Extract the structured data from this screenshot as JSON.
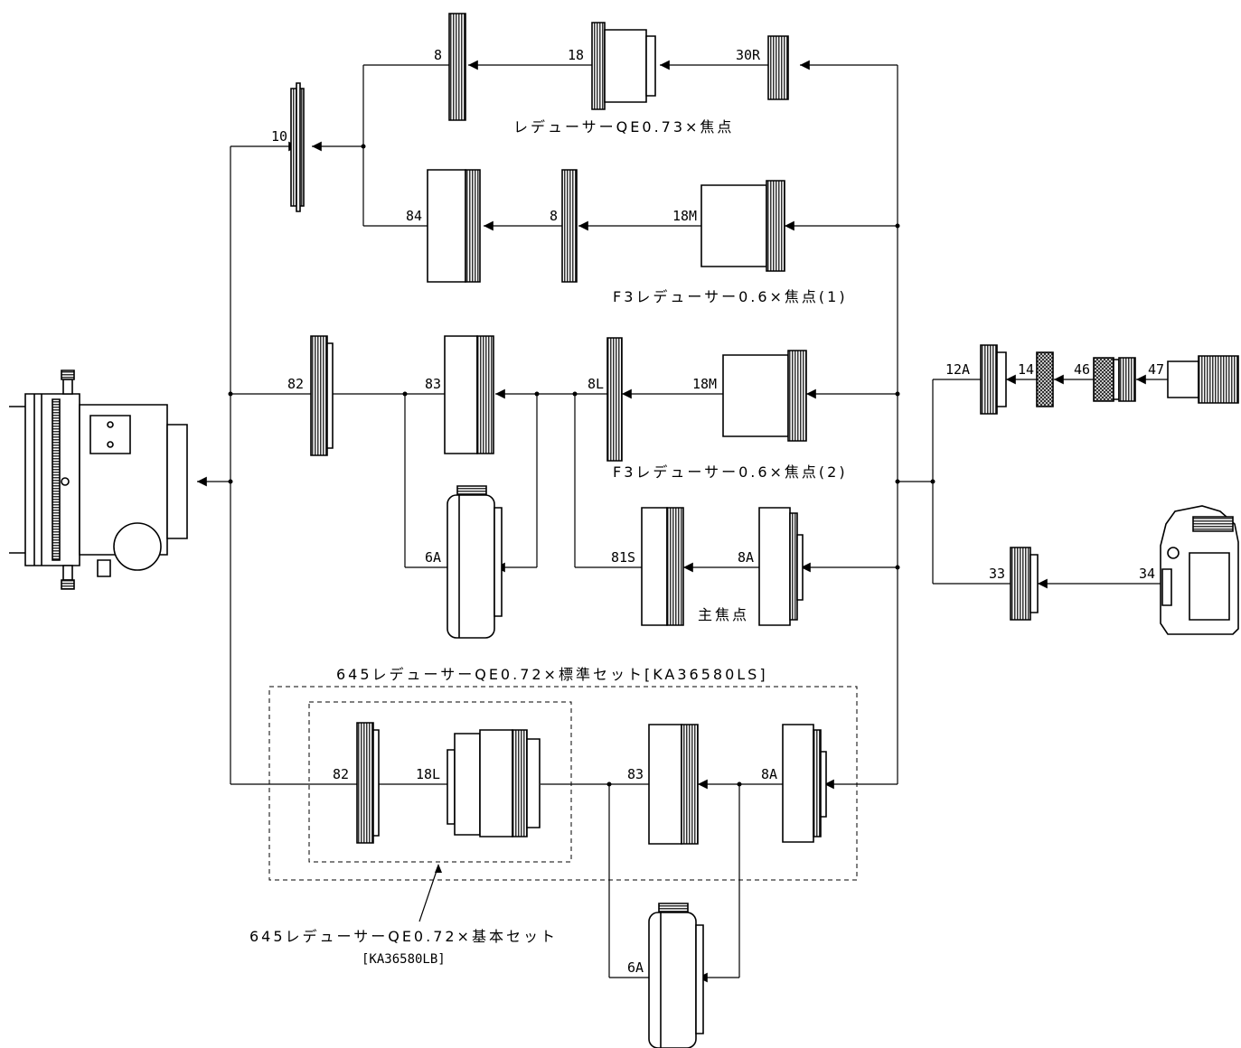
{
  "parts": {
    "p8_top": "8",
    "p18": "18",
    "p30R": "30R",
    "p10": "10",
    "p84": "84",
    "p8_mid": "8",
    "p18M_a": "18M",
    "p82_a": "82",
    "p83_a": "83",
    "p8L": "8L",
    "p18M_b": "18M",
    "p6A_a": "6A",
    "p81S": "81S",
    "p8A_a": "8A",
    "p82_b": "82",
    "p18L": "18L",
    "p83_b": "83",
    "p8A_b": "8A",
    "p6A_b": "6A",
    "p12A": "12A",
    "p14": "14",
    "p46": "46",
    "p47": "47",
    "p33": "33",
    "p34": "34"
  },
  "captions": {
    "reducer_qe073": "レデューサーQE0.73×焦点",
    "f3_reducer_1": "F3レデューサー0.6×焦点(1)",
    "f3_reducer_2": "F3レデューサー0.6×焦点(2)",
    "prime_focus": "主焦点",
    "set_standard": "645レデューサーQE0.72×標準セット[KA36580LS]",
    "set_basic": "645レデューサーQE0.72×基本セット",
    "set_basic_code": "[KA36580LB]"
  }
}
